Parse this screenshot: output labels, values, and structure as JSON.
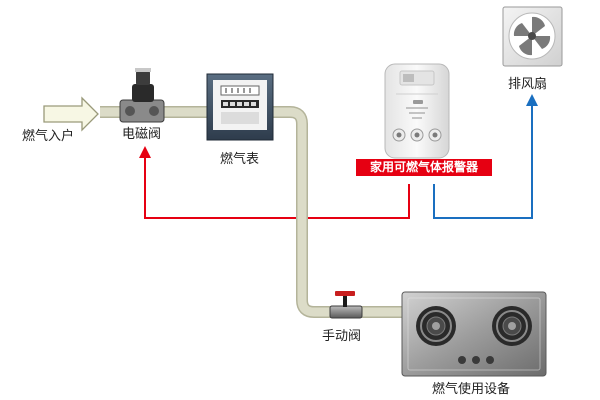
{
  "labels": {
    "gas_inlet": "燃气入户",
    "solenoid_valve": "电磁阀",
    "gas_meter": "燃气表",
    "gas_alarm": "家用可燃气体报警器",
    "exhaust_fan": "排风扇",
    "manual_valve": "手动阀",
    "gas_appliance": "燃气使用设备"
  },
  "colors": {
    "pipe": "#dcdcc8",
    "pipe_edge": "#b4b49a",
    "signal_red": "#e60012",
    "signal_blue": "#1a6fc0",
    "label_bg": "#e60012"
  },
  "icons": {
    "inlet_arrow": "arrow-right-icon",
    "solenoid": "solenoid-valve-icon",
    "meter": "gas-meter-icon",
    "alarm": "gas-detector-icon",
    "fan": "exhaust-fan-icon",
    "manual": "manual-valve-icon",
    "stove": "gas-stove-icon"
  }
}
